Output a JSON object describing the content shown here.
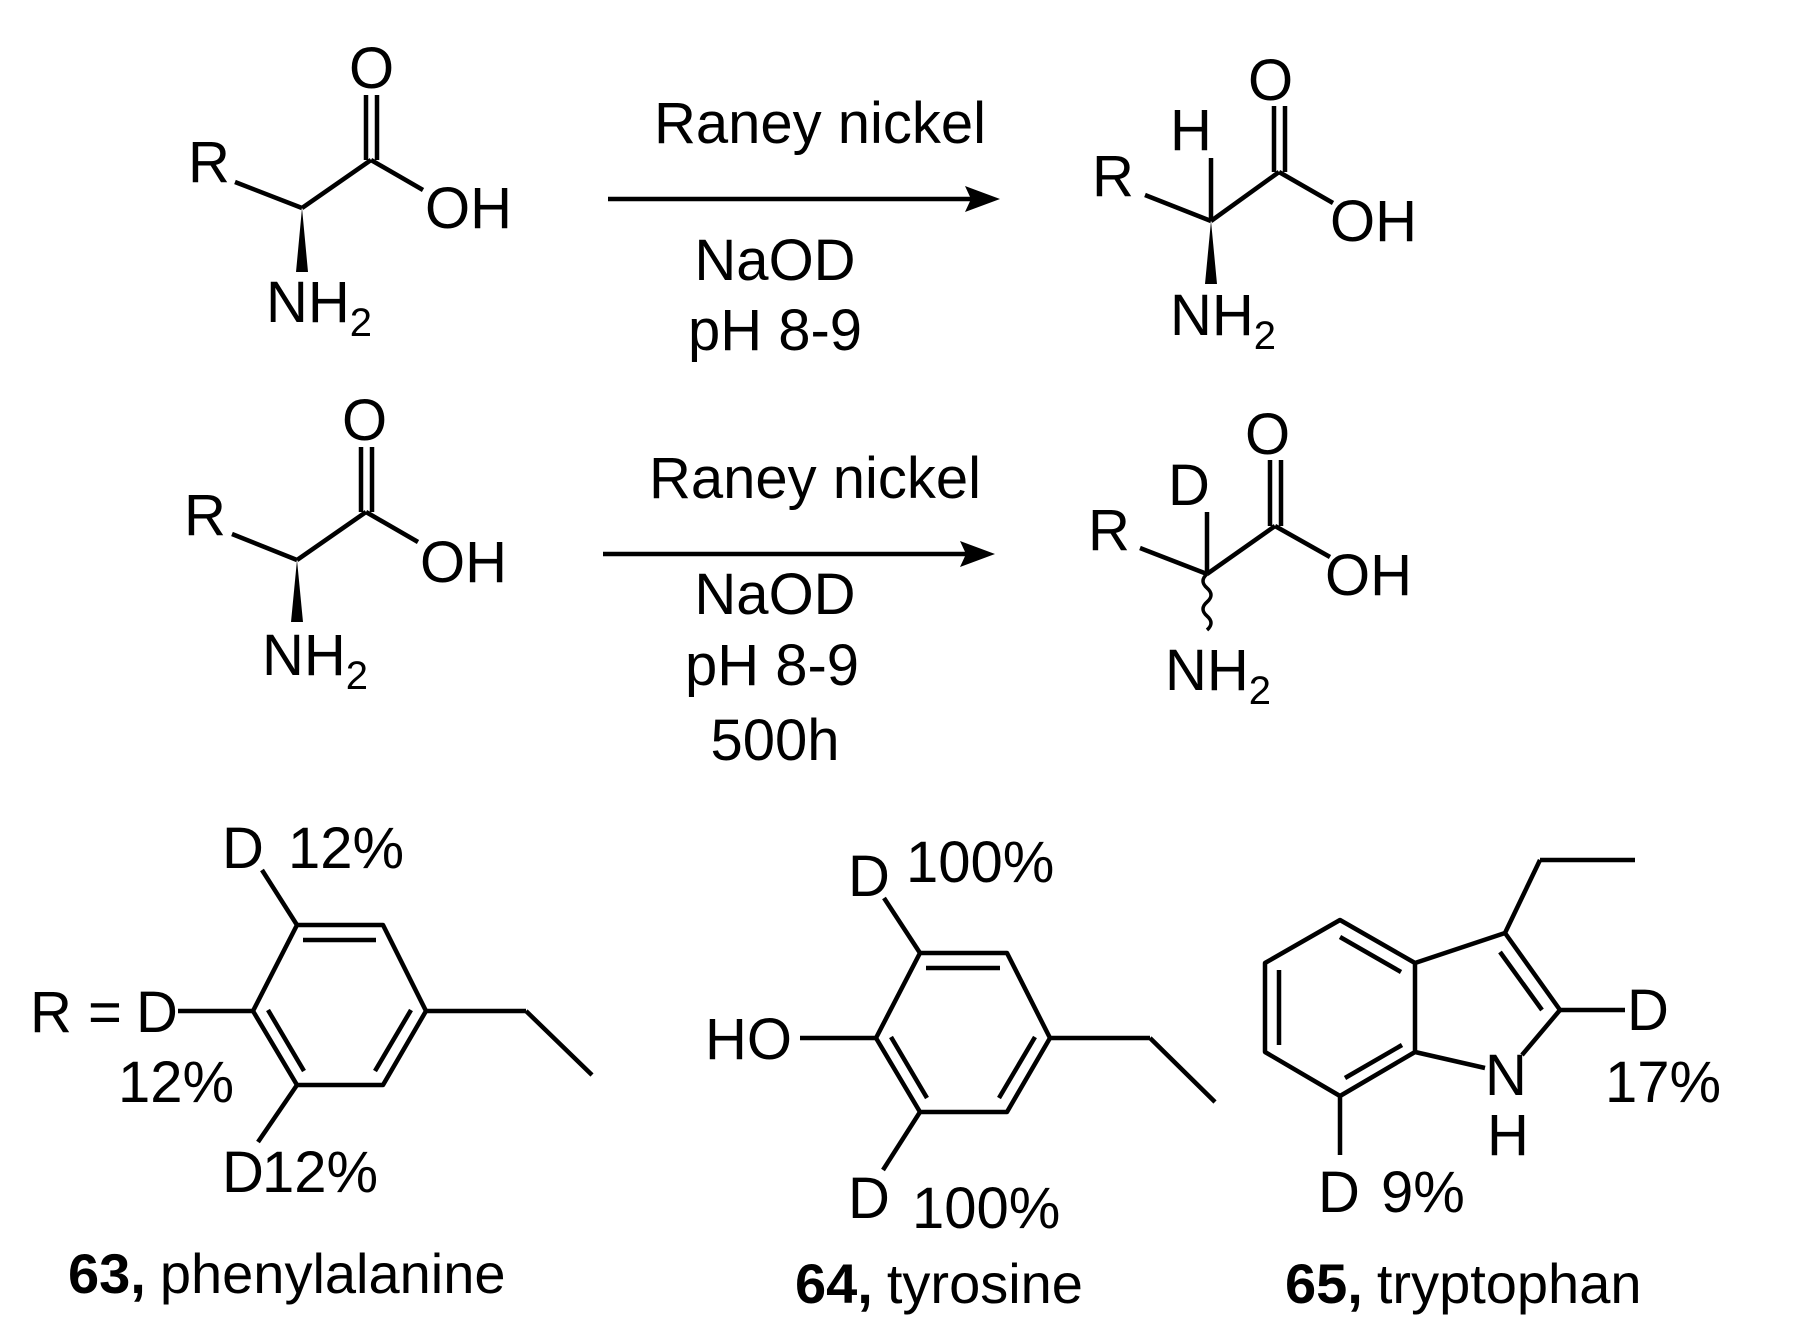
{
  "reaction1": {
    "reactant": {
      "r": "R",
      "o": "O",
      "oh": "OH",
      "n": "NH",
      "n_sub": "2"
    },
    "conditions": {
      "reagent": "Raney nickel",
      "base": "NaOD",
      "ph": "pH 8-9"
    },
    "product": {
      "r": "R",
      "h": "H",
      "o": "O",
      "oh": "OH",
      "n": "NH",
      "n_sub": "2"
    }
  },
  "reaction2": {
    "reactant": {
      "r": "R",
      "o": "O",
      "oh": "OH",
      "n": "NH",
      "n_sub": "2"
    },
    "conditions": {
      "reagent": "Raney nickel",
      "base": "NaOD",
      "ph": "pH 8-9",
      "time": "500h"
    },
    "product": {
      "r": "R",
      "d": "D",
      "o": "O",
      "oh": "OH",
      "n": "NH",
      "n_sub": "2"
    }
  },
  "compounds": [
    {
      "number": "63,",
      "name": "phenylalanine",
      "r_label": "R =",
      "labels": {
        "d_top": "D",
        "pct_top": "12%",
        "d_mid": "D",
        "pct_mid": "12%",
        "d_bottom": "D",
        "pct_bottom": "12%"
      }
    },
    {
      "number": "64,",
      "name": "tyrosine",
      "labels": {
        "ho": "HO",
        "d_top": "D",
        "pct_top": "100%",
        "d_bottom": "D",
        "pct_bottom": "100%"
      }
    },
    {
      "number": "65,",
      "name": "tryptophan",
      "labels": {
        "nh_n": "N",
        "nh_h": "H",
        "d_2": "D",
        "pct_2": "17%",
        "d_7": "D",
        "pct_7": "9%"
      }
    }
  ]
}
